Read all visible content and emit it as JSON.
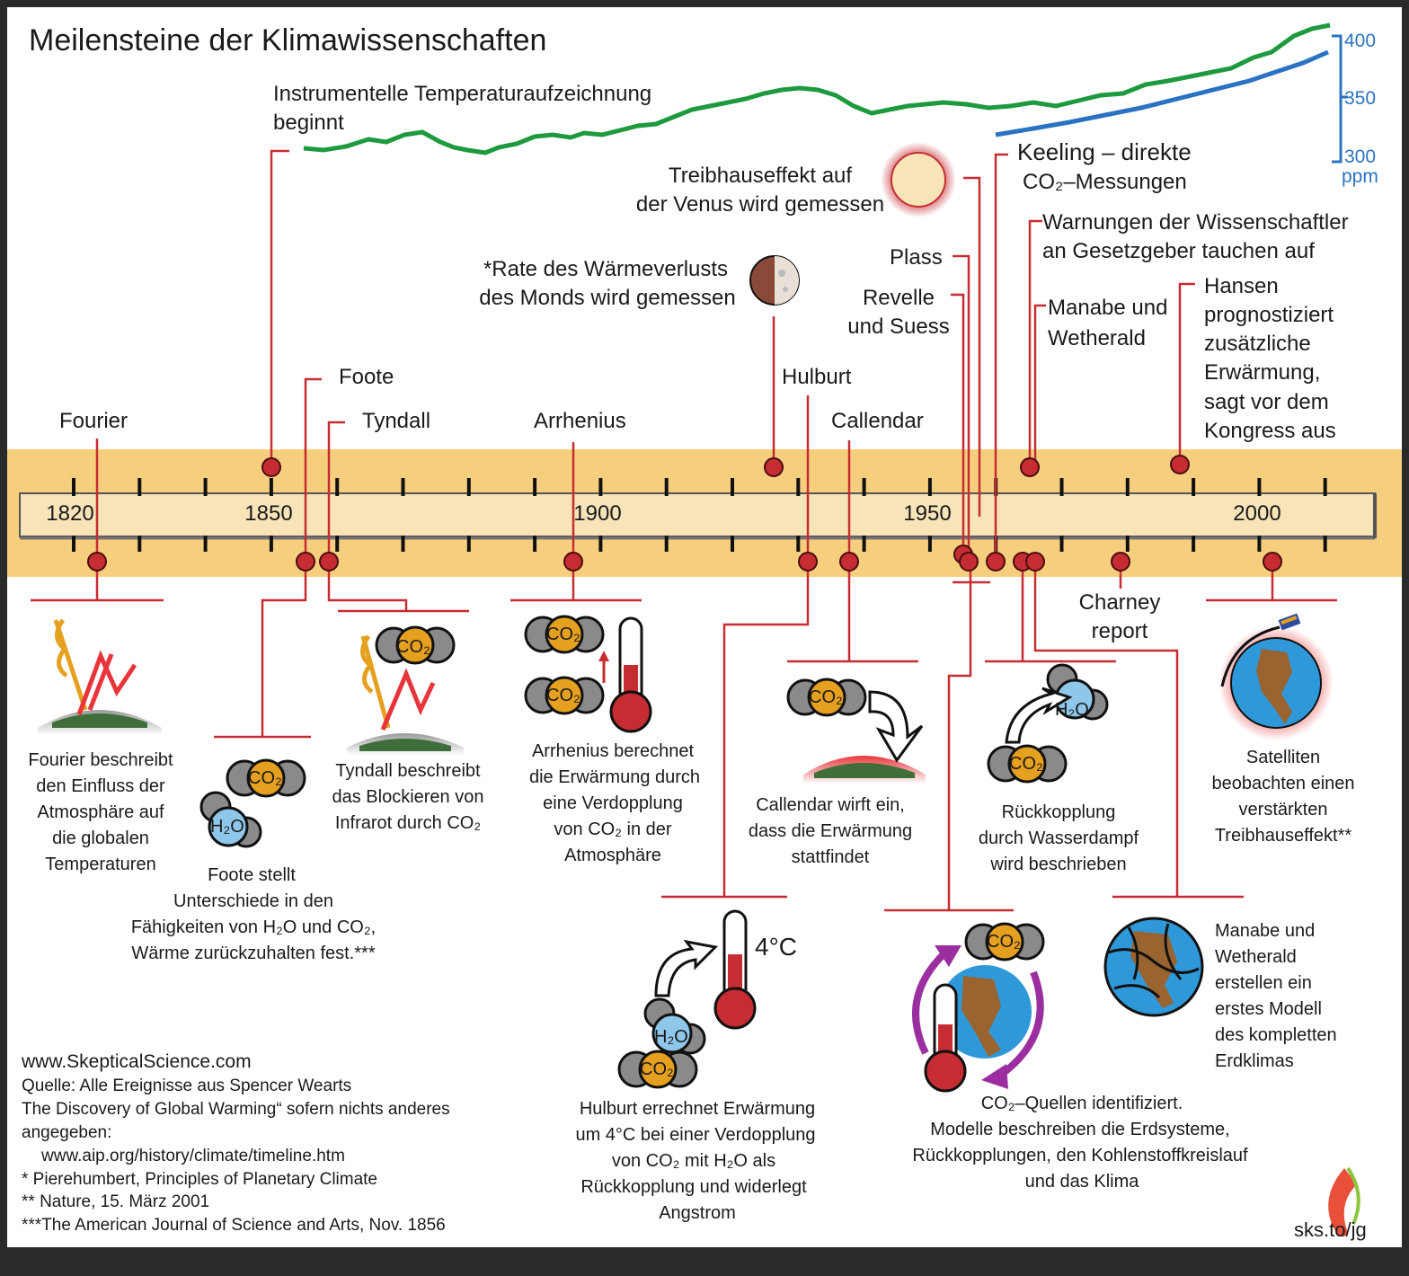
{
  "title": "Meilensteine der Klimawissenschaften",
  "colors": {
    "band": "#f6cf7e",
    "bar": "#f7e4b8",
    "marker": "#c62d32",
    "temperature_curve": "#1e9a3e",
    "co2_curve": "#2b73c2",
    "frame": "#1a1a1a"
  },
  "timeline": {
    "year_labels": [
      "1820",
      "1850",
      "1900",
      "1950",
      "2000"
    ]
  },
  "co2_axis": {
    "ticks": [
      "400",
      "350",
      "300"
    ],
    "unit": "ppm"
  },
  "top_events": {
    "instrumental": [
      "Instrumentelle Temperaturaufzeichnung",
      "beginnt"
    ],
    "venus": [
      "Treibhauseffekt auf",
      "der Venus wird gemessen"
    ],
    "keeling": [
      "Keeling – direkte",
      "CO₂–Messungen"
    ],
    "warnings": [
      "Warnungen der Wissenschaftler",
      "an Gesetzgeber tauchen auf"
    ],
    "moon": [
      "*Rate des Wärmeverlusts",
      "des Monds wird gemessen"
    ],
    "plass": "Plass",
    "revelle": [
      "Revelle",
      "und Suess"
    ],
    "manabe": [
      "Manabe und",
      "Wetherald"
    ],
    "hansen": [
      "Hansen",
      "prognostiziert",
      "zusätzliche",
      "Erwärmung,",
      "sagt vor dem",
      "Kongress aus"
    ],
    "foote": "Foote",
    "hulburt": "Hulburt",
    "fourier": "Fourier",
    "tyndall": "Tyndall",
    "arrhenius": "Arrhenius",
    "callendar": "Callendar"
  },
  "bottom_events": {
    "fourier": [
      "Fourier beschreibt",
      "den  Einfluss der",
      "Atmosphäre auf",
      "die globalen",
      "Temperaturen"
    ],
    "foote": [
      "Foote stellt",
      "Unterschiede in den",
      "Fähigkeiten von H₂O und CO₂,",
      "Wärme zurückzuhalten fest.***"
    ],
    "tyndall": [
      "Tyndall beschreibt",
      "das Blockieren von",
      "Infrarot durch CO₂"
    ],
    "arrhenius": [
      "Arrhenius berechnet",
      "die Erwärmung durch",
      "eine Verdopplung",
      "von CO₂ in der",
      "Atmosphäre"
    ],
    "callendar": [
      "Callendar wirft ein,",
      "dass die Erwärmung",
      "stattfindet"
    ],
    "wasserdampf": [
      "Rückkopplung",
      "durch Wasserdampf",
      "wird beschrieben"
    ],
    "charney": [
      "Charney",
      "report"
    ],
    "satelliten": [
      "Satelliten",
      "beobachten einen",
      "verstärkten",
      "Treibhauseffekt**"
    ],
    "hulburt": [
      "Hulburt errechnet Erwärmung",
      "um 4°C bei einer Verdopplung",
      "von CO₂ mit H₂O als",
      "Rückkopplung  und widerlegt",
      "Angstrom"
    ],
    "modelle": [
      "CO₂–Quellen identifiziert.",
      "Modelle beschreiben die Erdsysteme,",
      "Rückkopplungen, den Kohlenstoffkreislauf",
      "und das Klima"
    ],
    "manabe": [
      "Manabe und",
      "Wetherald",
      "erstellen ein",
      "erstes Modell",
      "des kompletten",
      "Erdklimas"
    ]
  },
  "icons": {
    "co2": "CO₂",
    "h2o": "H₂O",
    "temp_4c": "4°C"
  },
  "footer": {
    "lines": [
      "www.SkepticalScience.com",
      "Quelle: Alle Ereignisse aus Spencer Wearts",
      "The Discovery of Global Warming“ sofern nichts anderes",
      "angegeben:",
      "www.aip.org/history/climate/timeline.htm",
      "*  Pierehumbert, Principles of Planetary Climate",
      "** Nature, 15. März 2001",
      "***The American Journal of Science and Arts, Nov. 1856"
    ],
    "shortlink": "sks.to/jg"
  }
}
